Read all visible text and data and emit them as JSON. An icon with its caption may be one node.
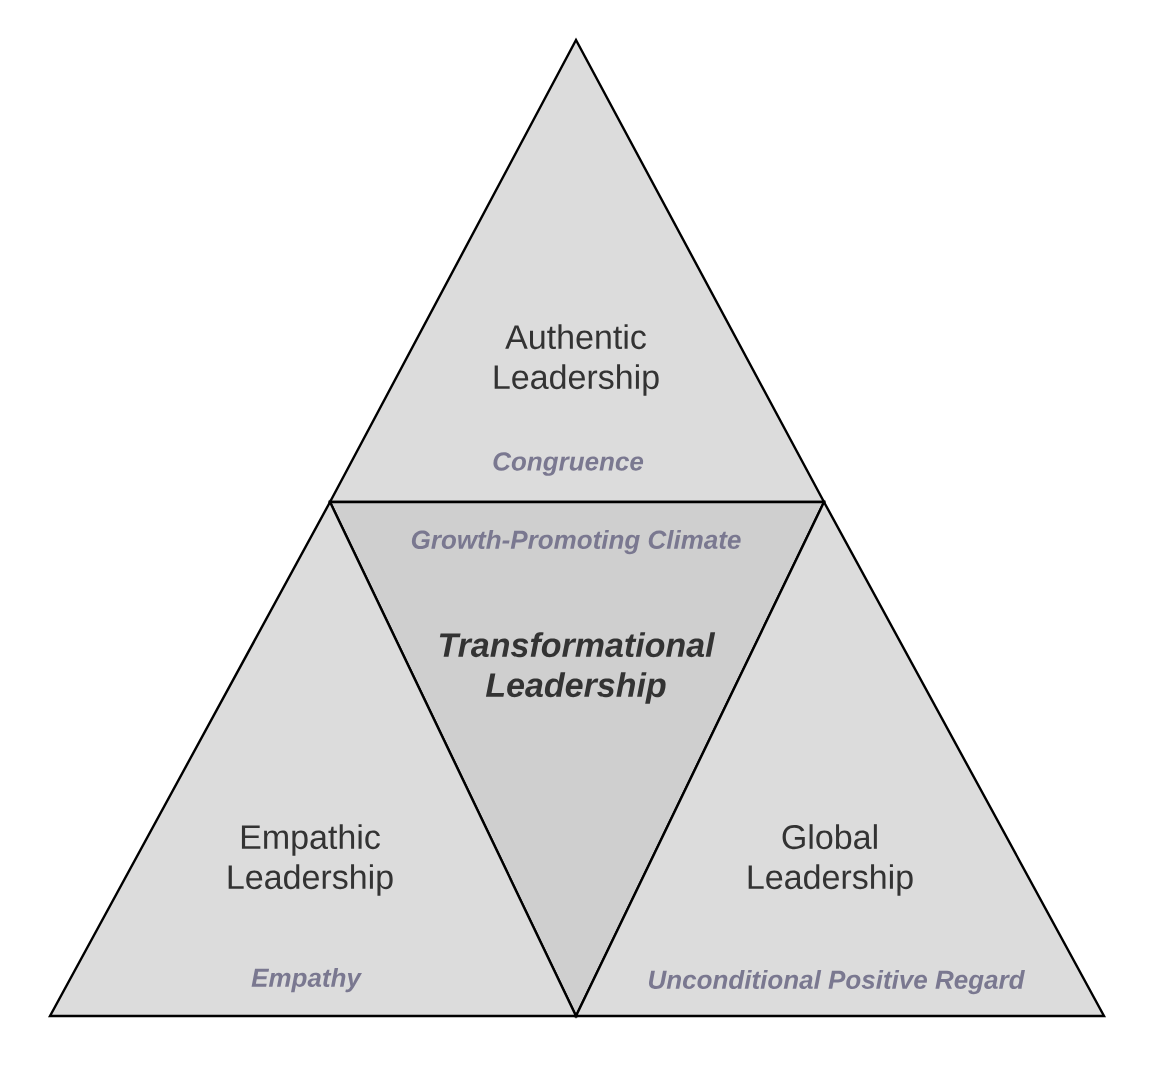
{
  "diagram": {
    "nodes": [
      {
        "text": [
          "Authentic Leadership",
          "Congruence"
        ]
      },
      {
        "text": [
          "Growth-Promoting Climate",
          "Transformational Leadership"
        ]
      },
      {
        "text": [
          "Empathic Leadership",
          "Empathy"
        ]
      },
      {
        "text": [
          "Global Leadership",
          "Unconditional Positive Regard"
        ]
      }
    ]
  }
}
